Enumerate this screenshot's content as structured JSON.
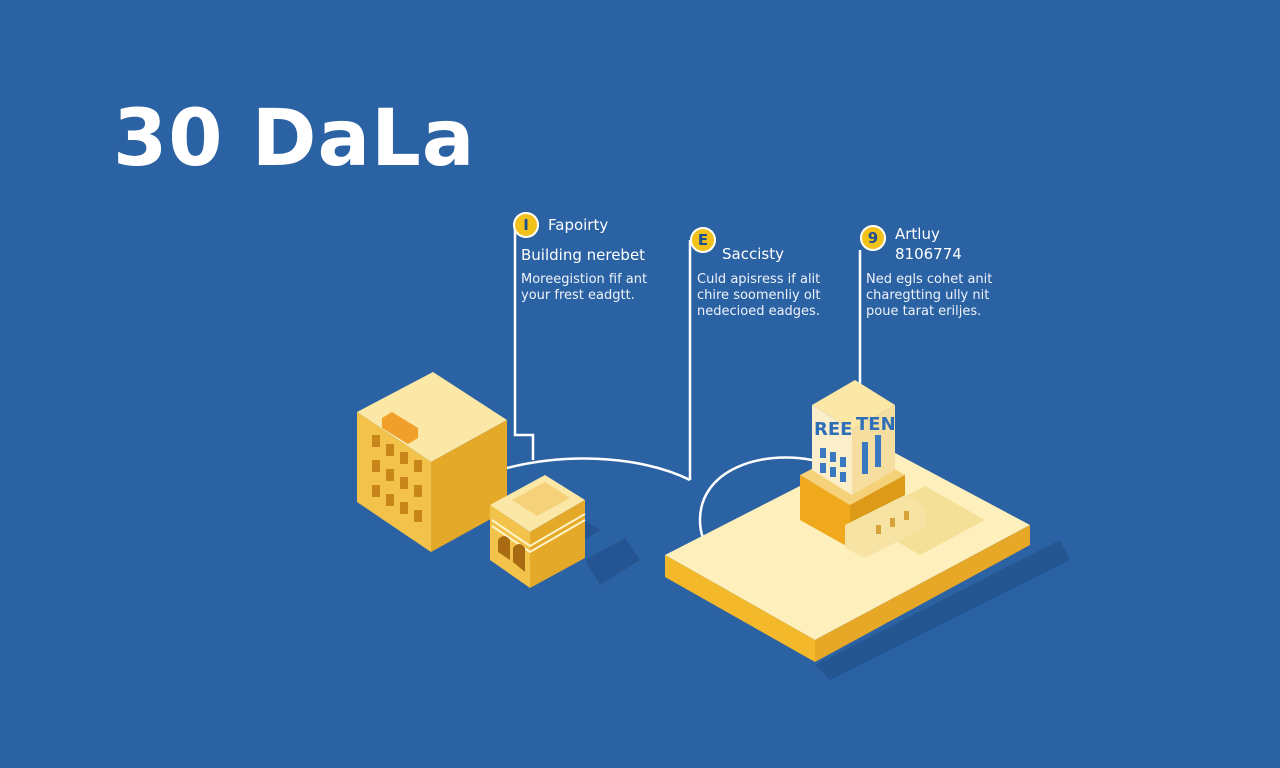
{
  "title": "30 DaLa",
  "colors": {
    "background": "#2b62a3",
    "accent": "#f2c21b",
    "building_light": "#fbe7a6",
    "building_mid": "#f2c24a",
    "building_dark": "#e5a92a",
    "platform_top": "#fdf0bd",
    "platform_side": "#f3b92a"
  },
  "callouts": [
    {
      "badge": "I",
      "label": "Fapoirty",
      "sub": "Building nerebet",
      "desc": [
        "Moreegistion fif ant",
        "your frest eadgtt."
      ]
    },
    {
      "badge": "E",
      "label": "Saccisty",
      "sub": "",
      "desc": [
        "Culd apisress if alit",
        "chire soomenliy olt",
        "nedecioed eadges."
      ]
    },
    {
      "badge": "9",
      "label": "Artluy",
      "sub": "8106774",
      "desc": [
        "Ned egls cohet anit",
        "charegtting ully nit",
        "poue tarat eriljes."
      ]
    }
  ],
  "tower_sign": [
    "REE",
    "TEN"
  ]
}
